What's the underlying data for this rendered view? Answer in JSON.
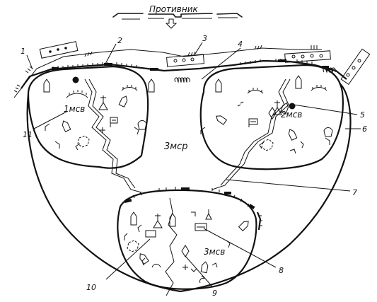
{
  "header": {
    "enemy_label": "Противник"
  },
  "units": {
    "unit_1": "1мсв",
    "unit_2": "2мсв",
    "unit_3": "3мсв",
    "company": "3мср"
  },
  "callouts": [
    "1",
    "2",
    "3",
    "4",
    "5",
    "6",
    "7",
    "8",
    "9",
    "10",
    "11"
  ],
  "colors": {
    "ink": "#111111",
    "paper": "#ffffff"
  }
}
